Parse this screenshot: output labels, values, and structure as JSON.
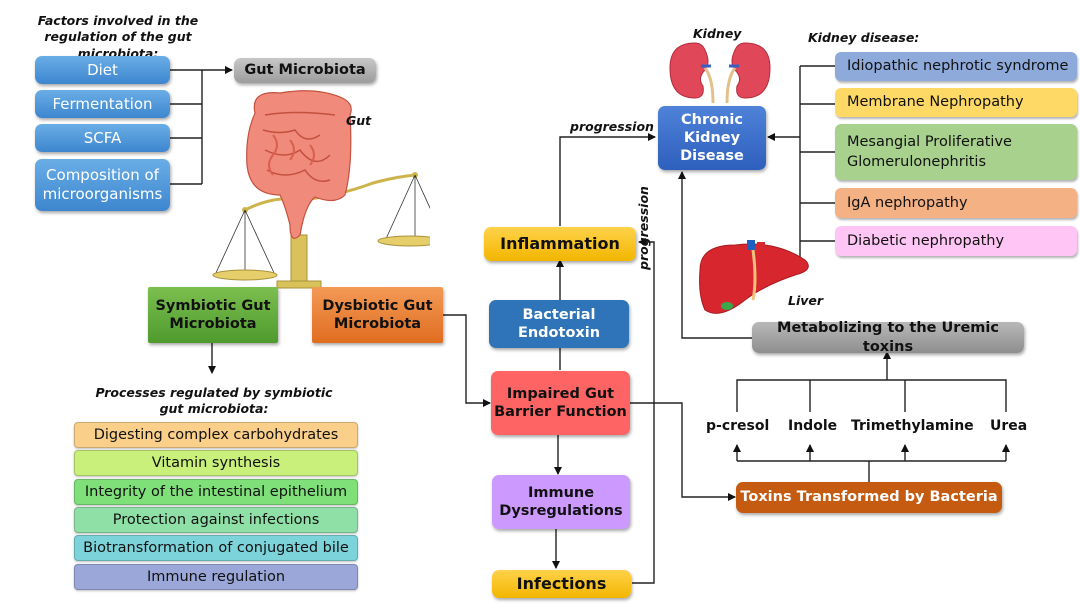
{
  "factors": {
    "caption": "Factors involved in the regulation of the gut microbiota:",
    "items": [
      "Diet",
      "Fermentation",
      "SCFA",
      "Composition of microorganisms"
    ],
    "target": "Gut Microbiota"
  },
  "gut": {
    "label": "Gut",
    "symbiotic": "Symbiotic Gut Microbiota",
    "dysbiotic": "Dysbiotic Gut Microbiota"
  },
  "processes": {
    "caption": "Processes regulated by symbiotic gut microbiota:",
    "items": [
      {
        "label": "Digesting complex carbohydrates",
        "color": "#f9cf8a"
      },
      {
        "label": "Vitamin synthesis",
        "color": "#c9f07a"
      },
      {
        "label": "Integrity of the intestinal epithelium",
        "color": "#7fe07a"
      },
      {
        "label": "Protection against infections",
        "color": "#8fe0a6"
      },
      {
        "label": "Biotransformation of conjugated bile",
        "color": "#7dd3da"
      },
      {
        "label": "Immune regulation",
        "color": "#9aa7d8"
      }
    ]
  },
  "pathway": {
    "inflammation": "Inflammation",
    "endotoxin": "Bacterial Endotoxin",
    "barrier": "Impaired Gut Barrier Function",
    "immune": "Immune Dysregulations",
    "infections": "Infections"
  },
  "kidney": {
    "label": "Kidney",
    "ckd": "Chronic Kidney Disease",
    "progression_top": "progression",
    "progression_side": "progression",
    "disease_caption": "Kidney disease:",
    "diseases": [
      {
        "label": "Idiopathic nephrotic syndrome",
        "color": "#8eaadb"
      },
      {
        "label": "Membrane Nephropathy",
        "color": "#ffd966"
      },
      {
        "label": "Mesangial Proliferative Glomerulonephritis",
        "color": "#a9d18e"
      },
      {
        "label": "IgA nephropathy",
        "color": "#f4b183"
      },
      {
        "label": "Diabetic nephropathy",
        "color": "#ffc6f5"
      }
    ]
  },
  "liver": {
    "label": "Liver",
    "metabolizing": "Metabolizing to the Uremic toxins",
    "toxins": [
      "p-cresol",
      "Indole",
      "Trimethylamine",
      "Urea"
    ],
    "transformed": "Toxins Transformed by Bacteria"
  }
}
